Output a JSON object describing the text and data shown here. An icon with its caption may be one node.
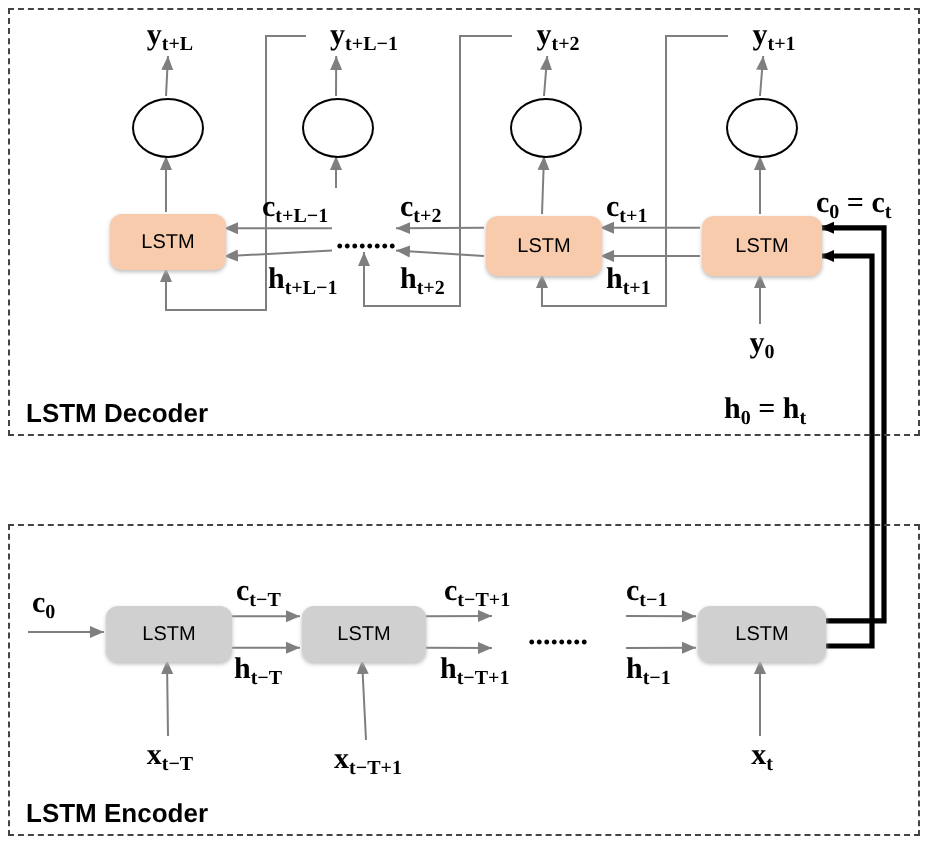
{
  "diagram": {
    "nodes": [
      {
        "text": [
          "LSTM Decoder"
        ]
      },
      {
        "text": [
          "y$_{t+L}$"
        ],
        "in": 0
      },
      {
        "text": [
          "y$_{t+L−1}$"
        ],
        "in": 0
      },
      {
        "text": [
          "y$_{t+2}$"
        ],
        "in": 0
      },
      {
        "text": [
          "y$_{t+1}$"
        ],
        "in": 0
      },
      {
        "text": [],
        "shape": "circle",
        "in": 0
      },
      {
        "text": [],
        "shape": "circle",
        "in": 0
      },
      {
        "text": [],
        "shape": "circle",
        "in": 0
      },
      {
        "text": [],
        "shape": "circle",
        "in": 0
      },
      {
        "text": [
          "LSTM"
        ],
        "in": 0
      },
      {
        "text": [
          "........"
        ],
        "in": 0
      },
      {
        "text": [
          "LSTM"
        ],
        "in": 0
      },
      {
        "text": [
          "LSTM"
        ],
        "in": 0
      },
      {
        "text": [
          "y$_{0}$"
        ],
        "in": 0
      },
      {
        "text": [
          "LSTM Encoder"
        ]
      },
      {
        "text": [
          "LSTM"
        ],
        "in": 14
      },
      {
        "text": [
          "LSTM"
        ],
        "in": 14
      },
      {
        "text": [
          "LSTM"
        ],
        "in": 14
      },
      {
        "text": [
          "x$_{t−T}$"
        ],
        "in": 14
      },
      {
        "text": [
          "x$_{t−T+1}$"
        ],
        "in": 14
      },
      {
        "text": [
          "x$_{t}$"
        ],
        "in": 14
      }
    ],
    "edges": [
      {
        "from": 5,
        "to": 1,
        "arrow": "to"
      },
      {
        "from": 6,
        "to": 2,
        "arrow": "to"
      },
      {
        "from": 7,
        "to": 3,
        "arrow": "to"
      },
      {
        "from": 8,
        "to": 4,
        "arrow": "to"
      },
      {
        "from": 9,
        "to": 5,
        "arrow": "to"
      },
      {
        "from": null,
        "to": 6,
        "arrow": "to"
      },
      {
        "from": 11,
        "to": 7,
        "arrow": "to"
      },
      {
        "from": 12,
        "to": 8,
        "arrow": "to"
      },
      {
        "from": 10,
        "to": 9,
        "arrow": "to",
        "label": "c$_{t+L−1}$"
      },
      {
        "from": 10,
        "to": 9,
        "arrow": "to",
        "label": "h$_{t+L−1}$"
      },
      {
        "from": 11,
        "to": 10,
        "arrow": "to",
        "label": "c$_{t+2}$"
      },
      {
        "from": 11,
        "to": 10,
        "arrow": "to",
        "label": "h$_{t+2}$"
      },
      {
        "from": 12,
        "to": 11,
        "arrow": "to",
        "label": "c$_{t+1}$"
      },
      {
        "from": 12,
        "to": 11,
        "arrow": "to",
        "label": "h$_{t+1}$"
      },
      {
        "from": 2,
        "to": 9,
        "arrow": "to"
      },
      {
        "from": 3,
        "to": 10,
        "arrow": "to"
      },
      {
        "from": 4,
        "to": 11,
        "arrow": "to"
      },
      {
        "from": 13,
        "to": 12,
        "arrow": "to"
      },
      {
        "from": 17,
        "to": 12,
        "arrow": "to",
        "label": "c$_{0}$ = c$_{t}$",
        "style": "thick",
        "color": "#000000"
      },
      {
        "from": 17,
        "to": 12,
        "arrow": "to",
        "label": "h$_{0}$ = h$_{t}$",
        "style": "thick",
        "color": "#000000"
      },
      {
        "from": null,
        "to": 15,
        "arrow": "to",
        "label": "c$_{0}$"
      },
      {
        "from": 15,
        "to": 16,
        "arrow": "to",
        "label": "c$_{t−T}$"
      },
      {
        "from": 15,
        "to": 16,
        "arrow": "to",
        "label": "h$_{t−T}$"
      },
      {
        "from": 16,
        "to": null,
        "arrow": "to",
        "label": "c$_{t−T+1}$"
      },
      {
        "from": 16,
        "to": null,
        "arrow": "to",
        "label": "h$_{t−T+1}$"
      },
      {
        "from": null,
        "to": 17,
        "arrow": "to",
        "label": "c$_{t−1}$"
      },
      {
        "from": null,
        "to": 17,
        "arrow": "to",
        "label": "h$_{t−1}$"
      },
      {
        "from": 18,
        "to": 15,
        "arrow": "to"
      },
      {
        "from": 19,
        "to": 16,
        "arrow": "to"
      },
      {
        "from": 20,
        "to": 17,
        "arrow": "to"
      }
    ],
    "labels": [
      "........"
    ]
  }
}
